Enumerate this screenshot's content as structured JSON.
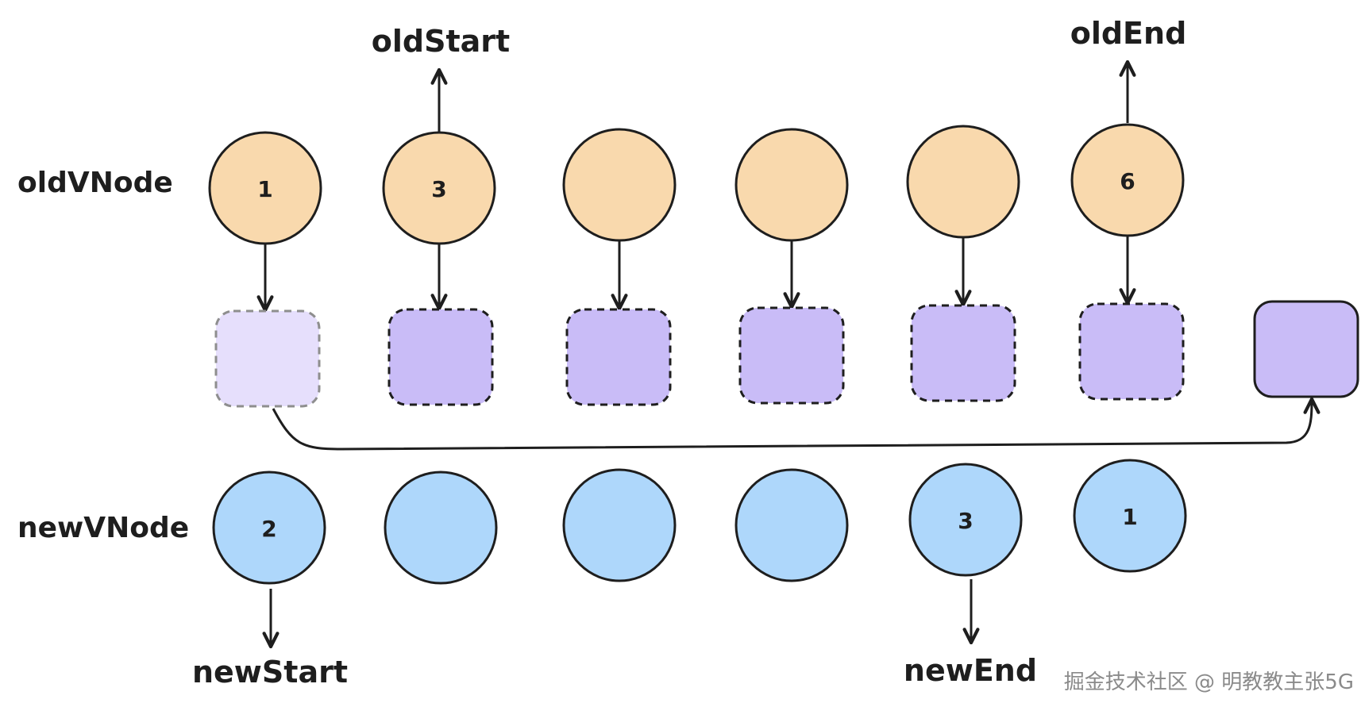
{
  "labels": {
    "old_row": "oldVNode",
    "new_row": "newVNode",
    "old_start": "oldStart",
    "old_end": "oldEnd",
    "new_start": "newStart",
    "new_end": "newEnd"
  },
  "old_nodes": [
    "1",
    "3",
    "",
    "",
    "",
    "6"
  ],
  "new_nodes": [
    "2",
    "",
    "",
    "",
    "3",
    "1"
  ],
  "watermark": "掘金技术社区 @ 明教教主张5G",
  "colors": {
    "old_fill": "#f9d9ad",
    "new_fill": "#aed7fb",
    "dom_fill": "#c9bcf7",
    "dom_fill_faded": "#e6dffc",
    "stroke": "#1e1e1e",
    "faded_stroke": "#8e8e8e"
  }
}
